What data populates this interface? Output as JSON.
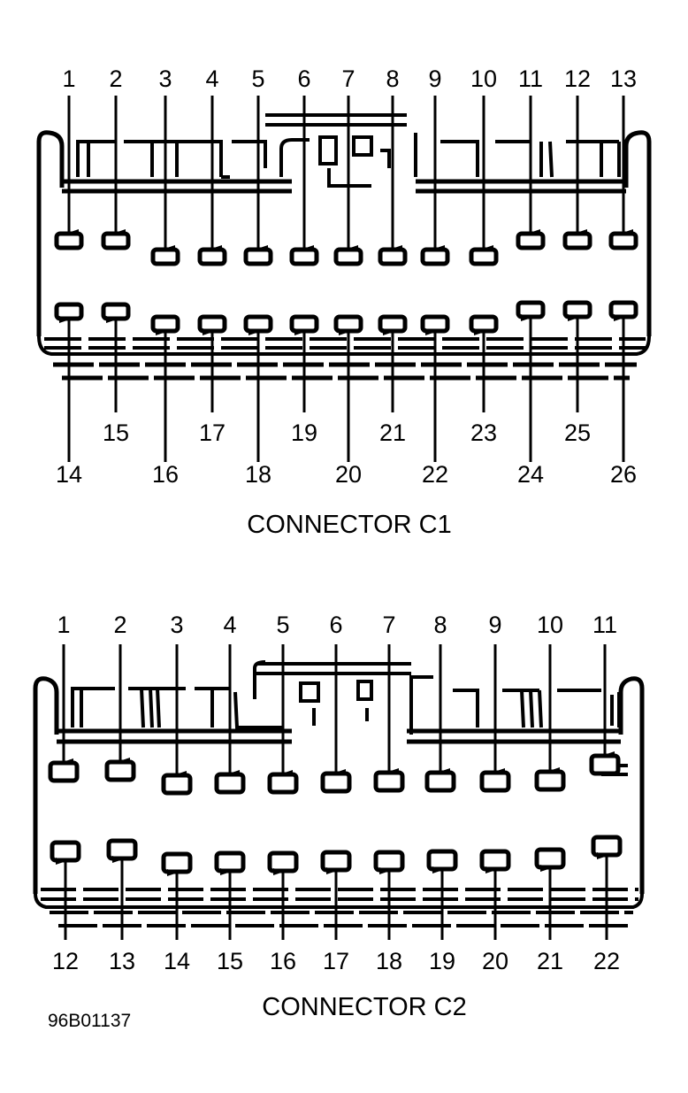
{
  "figure_id": "96B01137",
  "connectors": [
    {
      "id": "c1",
      "caption": "CONNECTOR C1",
      "top_row_pins": [
        "1",
        "2",
        "3",
        "4",
        "5",
        "6",
        "7",
        "8",
        "9",
        "10",
        "11",
        "12",
        "13"
      ],
      "bottom_row_pins": [
        "14",
        "15",
        "16",
        "17",
        "18",
        "19",
        "20",
        "21",
        "22",
        "23",
        "24",
        "25",
        "26"
      ]
    },
    {
      "id": "c2",
      "caption": "CONNECTOR C2",
      "top_row_pins": [
        "1",
        "2",
        "3",
        "4",
        "5",
        "6",
        "7",
        "8",
        "9",
        "10",
        "11"
      ],
      "bottom_row_pins": [
        "12",
        "13",
        "14",
        "15",
        "16",
        "17",
        "18",
        "19",
        "20",
        "21",
        "22"
      ]
    }
  ]
}
